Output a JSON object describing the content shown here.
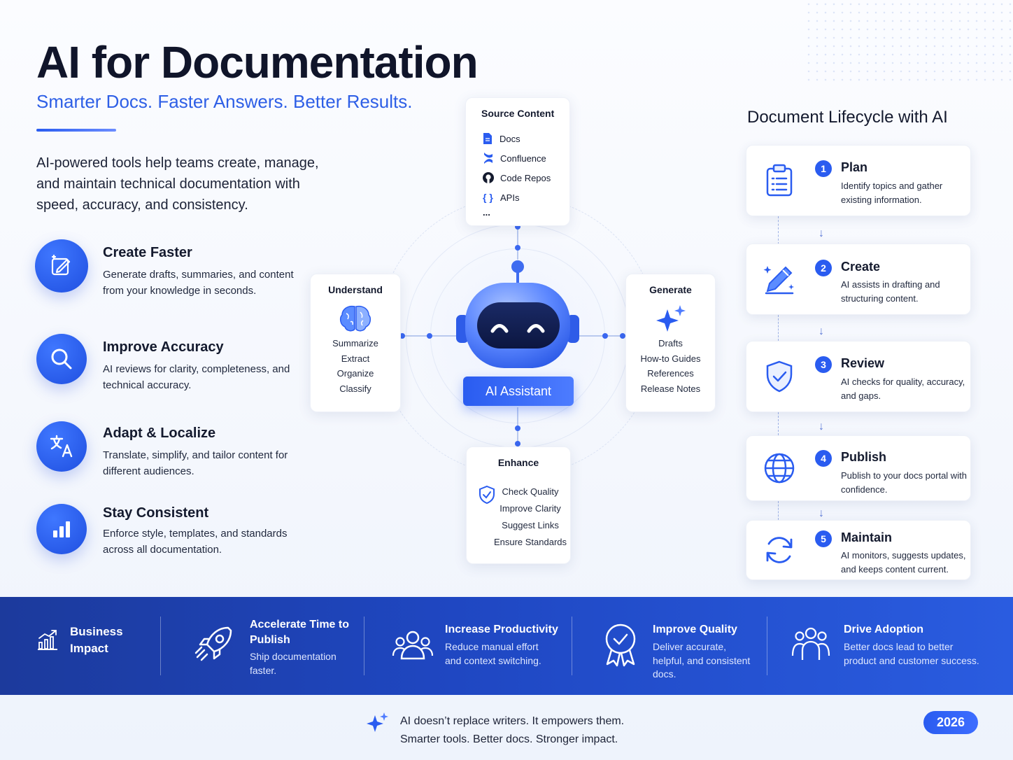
{
  "header": {
    "title": "AI for Documentation",
    "subtitle": "Smarter Docs. Faster Answers. Better Results.",
    "intro": "AI-powered tools help teams create, manage, and maintain technical documentation with speed, accuracy, and consistency."
  },
  "features": [
    {
      "title": "Create Faster",
      "desc": "Generate drafts, summaries, and content from your knowledge in seconds.",
      "icon": "edit-document-icon"
    },
    {
      "title": "Improve Accuracy",
      "desc": "AI reviews for clarity, completeness, and technical accuracy.",
      "icon": "search-icon"
    },
    {
      "title": "Adapt & Localize",
      "desc": "Translate, simplify, and tailor content for different audiences.",
      "icon": "translate-icon"
    },
    {
      "title": "Stay Consistent",
      "desc": "Enforce style, templates, and standards across all documentation.",
      "icon": "bar-chart-icon"
    }
  ],
  "diagram": {
    "source": {
      "title": "Source Content",
      "items": [
        "Docs",
        "Confluence",
        "Code Repos",
        "APIs",
        "..."
      ]
    },
    "understand": {
      "title": "Understand",
      "items": [
        "Summarize",
        "Extract",
        "Organize",
        "Classify"
      ]
    },
    "generate": {
      "title": "Generate",
      "items": [
        "Drafts",
        "How-to Guides",
        "References",
        "Release Notes"
      ]
    },
    "enhance": {
      "title": "Enhance",
      "items": [
        "Check Quality",
        "Improve Clarity",
        "Suggest Links",
        "Ensure Standards"
      ]
    },
    "assistant_label": "AI Assistant"
  },
  "lifecycle": {
    "title": "Document Lifecycle with AI",
    "steps": [
      {
        "num": "1",
        "title": "Plan",
        "desc": "Identify topics and gather existing information.",
        "icon": "clipboard-icon"
      },
      {
        "num": "2",
        "title": "Create",
        "desc": "AI assists in drafting and structuring content.",
        "icon": "pencil-icon"
      },
      {
        "num": "3",
        "title": "Review",
        "desc": "AI checks for quality, accuracy, and gaps.",
        "icon": "shield-check-icon"
      },
      {
        "num": "4",
        "title": "Publish",
        "desc": "Publish to your docs portal with confidence.",
        "icon": "globe-icon"
      },
      {
        "num": "5",
        "title": "Maintain",
        "desc": "AI monitors, suggests updates, and keeps content current.",
        "icon": "refresh-icon"
      }
    ]
  },
  "impact": {
    "label": "Business Impact",
    "items": [
      {
        "title": "Accelerate Time to Publish",
        "desc": "Ship documentation faster.",
        "icon": "rocket-icon"
      },
      {
        "title": "Increase Productivity",
        "desc": "Reduce manual effort and context switching.",
        "icon": "team-icon"
      },
      {
        "title": "Improve Quality",
        "desc": "Deliver accurate, helpful, and consistent docs.",
        "icon": "award-icon"
      },
      {
        "title": "Drive Adoption",
        "desc": "Better docs lead to better product and customer success.",
        "icon": "users-icon"
      }
    ]
  },
  "footer": {
    "line1": "AI doesn’t replace writers. It empowers them.",
    "line2": "Smarter tools. Better docs. Stronger impact.",
    "year": "2026"
  },
  "colors": {
    "accent": "#2a5cf0",
    "band": "#1f47c2",
    "text": "#141a2e"
  }
}
